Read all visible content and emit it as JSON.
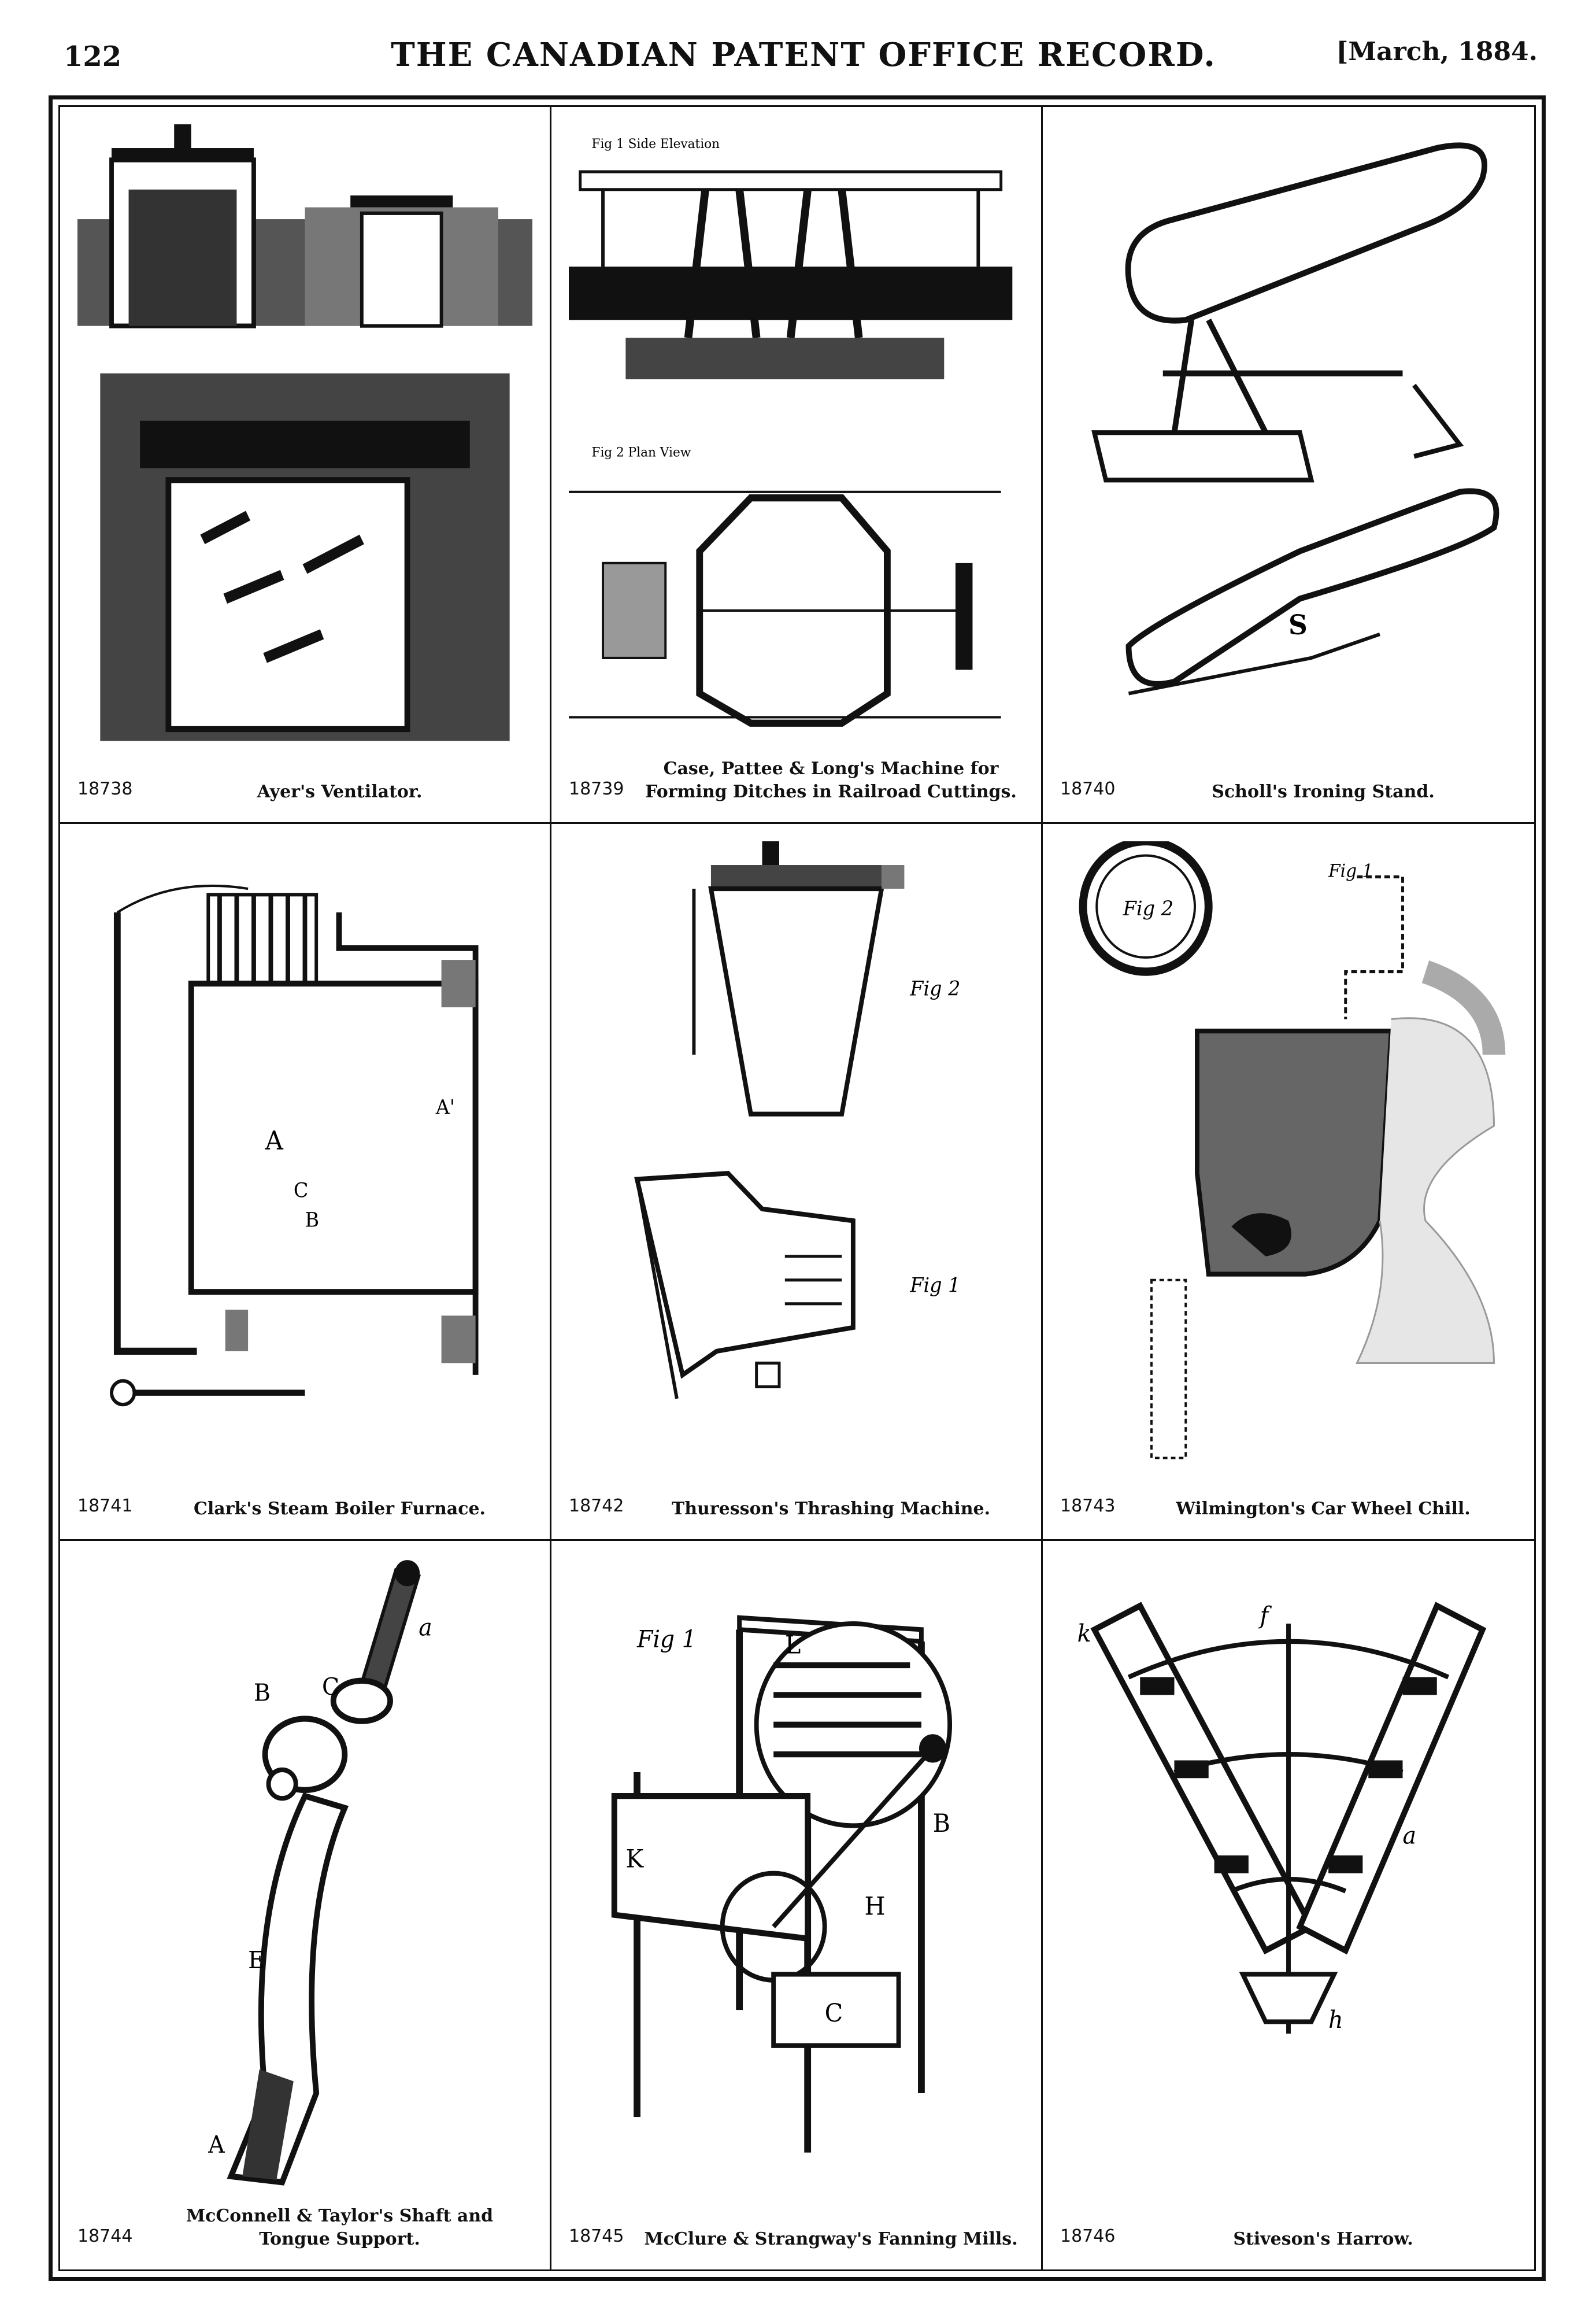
{
  "header": {
    "page_number": "122",
    "title": "THE CANADIAN PATENT OFFICE RECORD.",
    "date": "[March, 1884."
  },
  "patents": [
    {
      "number": "18738",
      "title": "Ayer's Ventilator.",
      "icon": "ventilator-illustration"
    },
    {
      "number": "18739",
      "title": "Case, Pattee & Long's Machine for Forming Ditches in Railroad Cuttings.",
      "icon": "ditching-machine-illustration",
      "labels": [
        "Fig 1 Side Elevation",
        "Fig 2 Plan View"
      ]
    },
    {
      "number": "18740",
      "title": "Scholl's Ironing Stand.",
      "icon": "ironing-stand-illustration",
      "labels": [
        "S"
      ]
    },
    {
      "number": "18741",
      "title": "Clark's Steam Boiler Furnace.",
      "icon": "boiler-furnace-illustration",
      "labels": [
        "A",
        "A'",
        "B",
        "C"
      ]
    },
    {
      "number": "18742",
      "title": "Thuresson's Thrashing Machine.",
      "icon": "thrashing-machine-illustration",
      "labels": [
        "Fig 2",
        "Fig 1"
      ]
    },
    {
      "number": "18743",
      "title": "Wilmington's Car Wheel Chill.",
      "icon": "car-wheel-chill-illustration",
      "labels": [
        "Fig 2",
        "Fig 1"
      ]
    },
    {
      "number": "18744",
      "title": "McConnell & Taylor's Shaft and Tongue Support.",
      "icon": "shaft-support-illustration",
      "labels": [
        "a",
        "B",
        "C",
        "E",
        "A"
      ]
    },
    {
      "number": "18745",
      "title": "McClure & Strangway's Fanning Mills.",
      "icon": "fanning-mill-illustration",
      "labels": [
        "Fig 1",
        "L",
        "K",
        "B",
        "H",
        "C"
      ]
    },
    {
      "number": "18746",
      "title": "Stiveson's Harrow.",
      "icon": "harrow-illustration",
      "labels": [
        "k",
        "f",
        "a",
        "h"
      ]
    }
  ]
}
